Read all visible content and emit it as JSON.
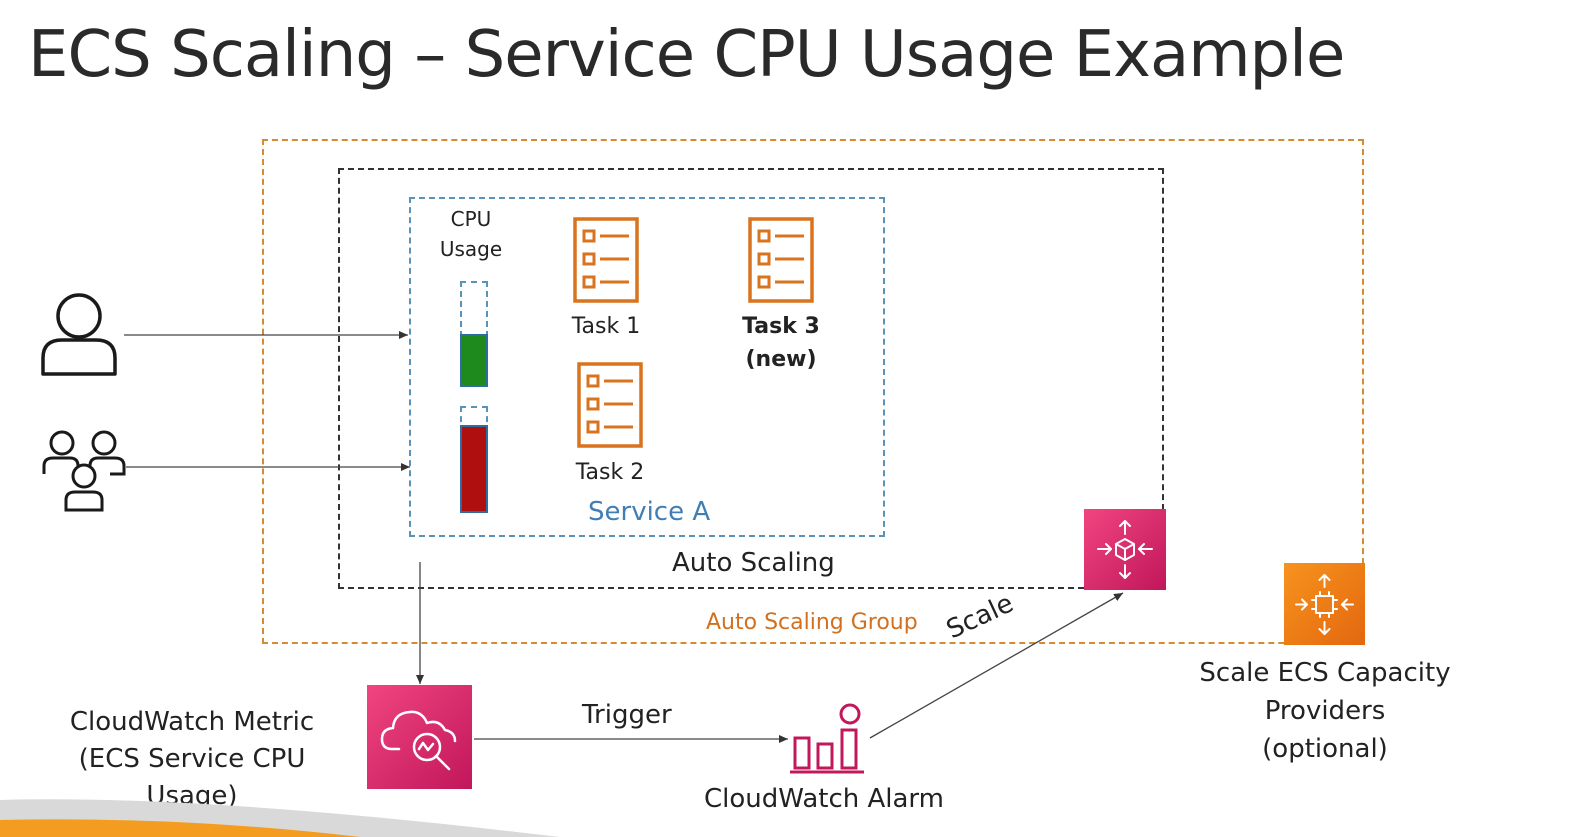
{
  "slide": {
    "title": "ECS Scaling – Service CPU Usage Example"
  },
  "groups": {
    "auto_scaling_group": "Auto Scaling Group",
    "auto_scaling": "Auto Scaling",
    "service": "Service A"
  },
  "cpu_usage": {
    "label_line1": "CPU",
    "label_line2": "Usage",
    "bar1_level": 0.5,
    "bar1_color": "#1e8a1e",
    "bar2_level": 0.82,
    "bar2_color": "#b00f0f"
  },
  "tasks": {
    "task1": "Task 1",
    "task2": "Task 2",
    "task3_line1": "Task 3",
    "task3_line2": "(new)"
  },
  "cloudwatch_metric": {
    "line1": "CloudWatch Metric",
    "line2": "(ECS Service CPU Usage)"
  },
  "cloudwatch_alarm": {
    "label": "CloudWatch Alarm"
  },
  "arrows": {
    "trigger": "Trigger",
    "scale": "Scale"
  },
  "capacity_providers": {
    "line1": "Scale ECS Capacity Providers",
    "line2": "(optional)"
  },
  "colors": {
    "asg_border": "#d88a2e",
    "service_border": "#5a93b8",
    "task_icon": "#d9731d",
    "pink_icon": "#d6246a",
    "orange_icon": "#ee7b16",
    "alarm_icon": "#c2185b"
  },
  "icons": {
    "user": "user-icon",
    "users": "users-group-icon",
    "task": "task-list-icon",
    "app_auto_scaling": "application-auto-scaling-icon",
    "ec2_auto_scaling": "ec2-auto-scaling-icon",
    "cloudwatch_metric": "cloudwatch-metric-icon",
    "cloudwatch_alarm": "cloudwatch-alarm-icon"
  }
}
